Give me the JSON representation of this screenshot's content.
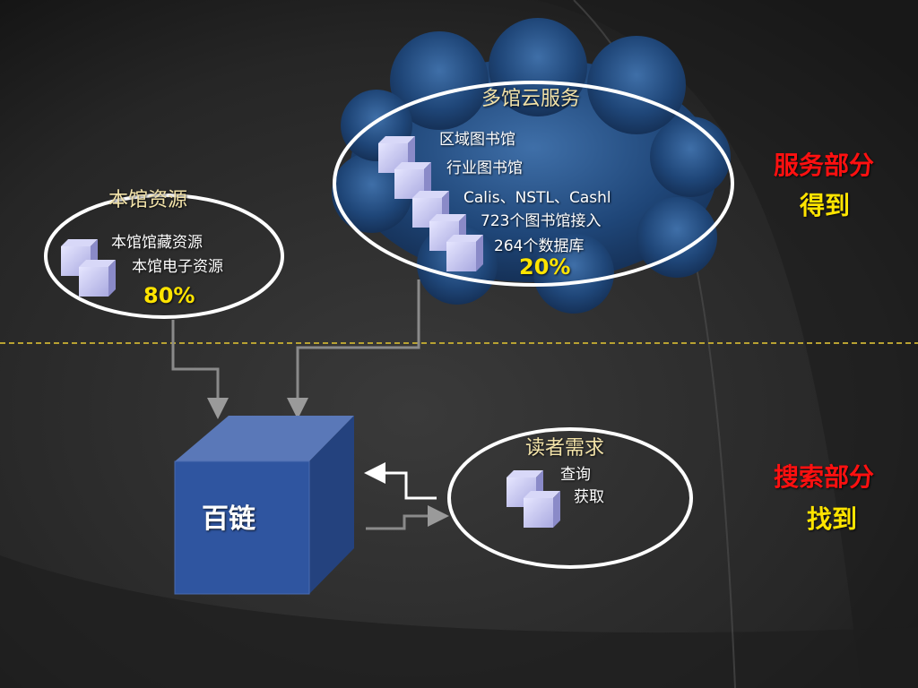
{
  "local_resources": {
    "title": "本馆资源",
    "items": [
      "本馆馆藏资源",
      "本馆电子资源"
    ],
    "percent": "80%"
  },
  "cloud_services": {
    "title": "多馆云服务",
    "items": [
      "区域图书馆",
      "行业图书馆",
      "Calis、NSTL、Cashl",
      "723个图书馆接入",
      "264个数据库"
    ],
    "percent": "20%"
  },
  "core": {
    "label": "百链"
  },
  "reader_needs": {
    "title": "读者需求",
    "items": [
      "查询",
      "获取"
    ]
  },
  "side_labels": {
    "service_part": "服务部分",
    "service_result": "得到",
    "search_part": "搜索部分",
    "search_result": "找到"
  },
  "colors": {
    "background": "#2a2a2a",
    "cloud": "#1d3f6e",
    "cube": "#2f55a0",
    "divider": "#b8a232",
    "percent": "#ffe400",
    "side_red": "#ff1010",
    "title": "#f2e2a8"
  }
}
